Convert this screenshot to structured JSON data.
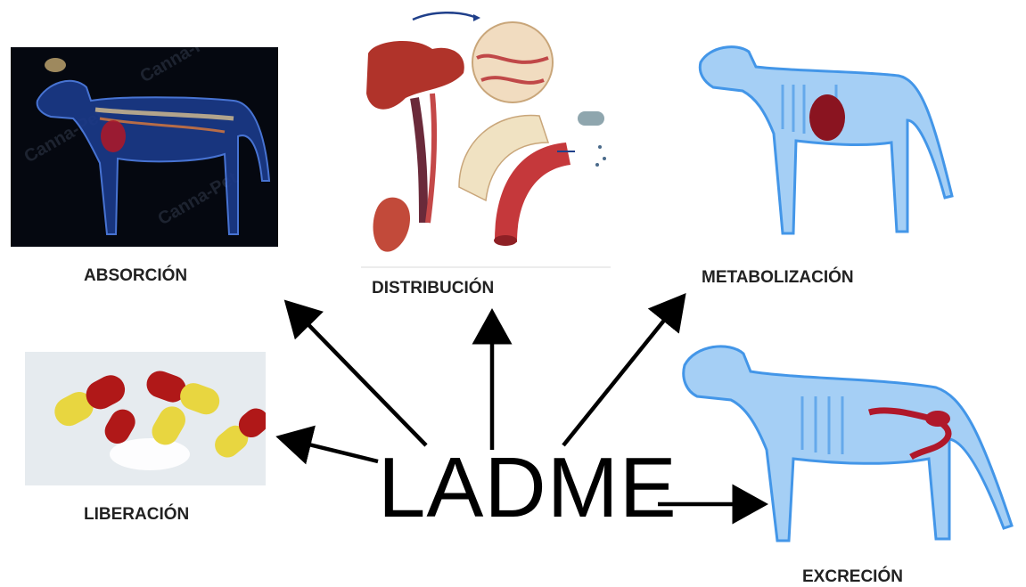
{
  "center": {
    "word": "LADME"
  },
  "stages": {
    "absorption": {
      "label": "ABSORCIÓN"
    },
    "distribution": {
      "label": "DISTRIBUCIÓN"
    },
    "metabolism": {
      "label": "METABOLIZACIÓN"
    },
    "liberation": {
      "label": "LIBERACIÓN"
    },
    "excretion": {
      "label": "EXCRECIÓN"
    }
  },
  "watermark": "Canna-Pet",
  "colors": {
    "arrow": "#000000",
    "xray_blue": "#2f8be6",
    "dark_bg": "#050810",
    "organ_red": "#a8182a",
    "capsule_yellow": "#e8d640",
    "capsule_red": "#b01818"
  }
}
